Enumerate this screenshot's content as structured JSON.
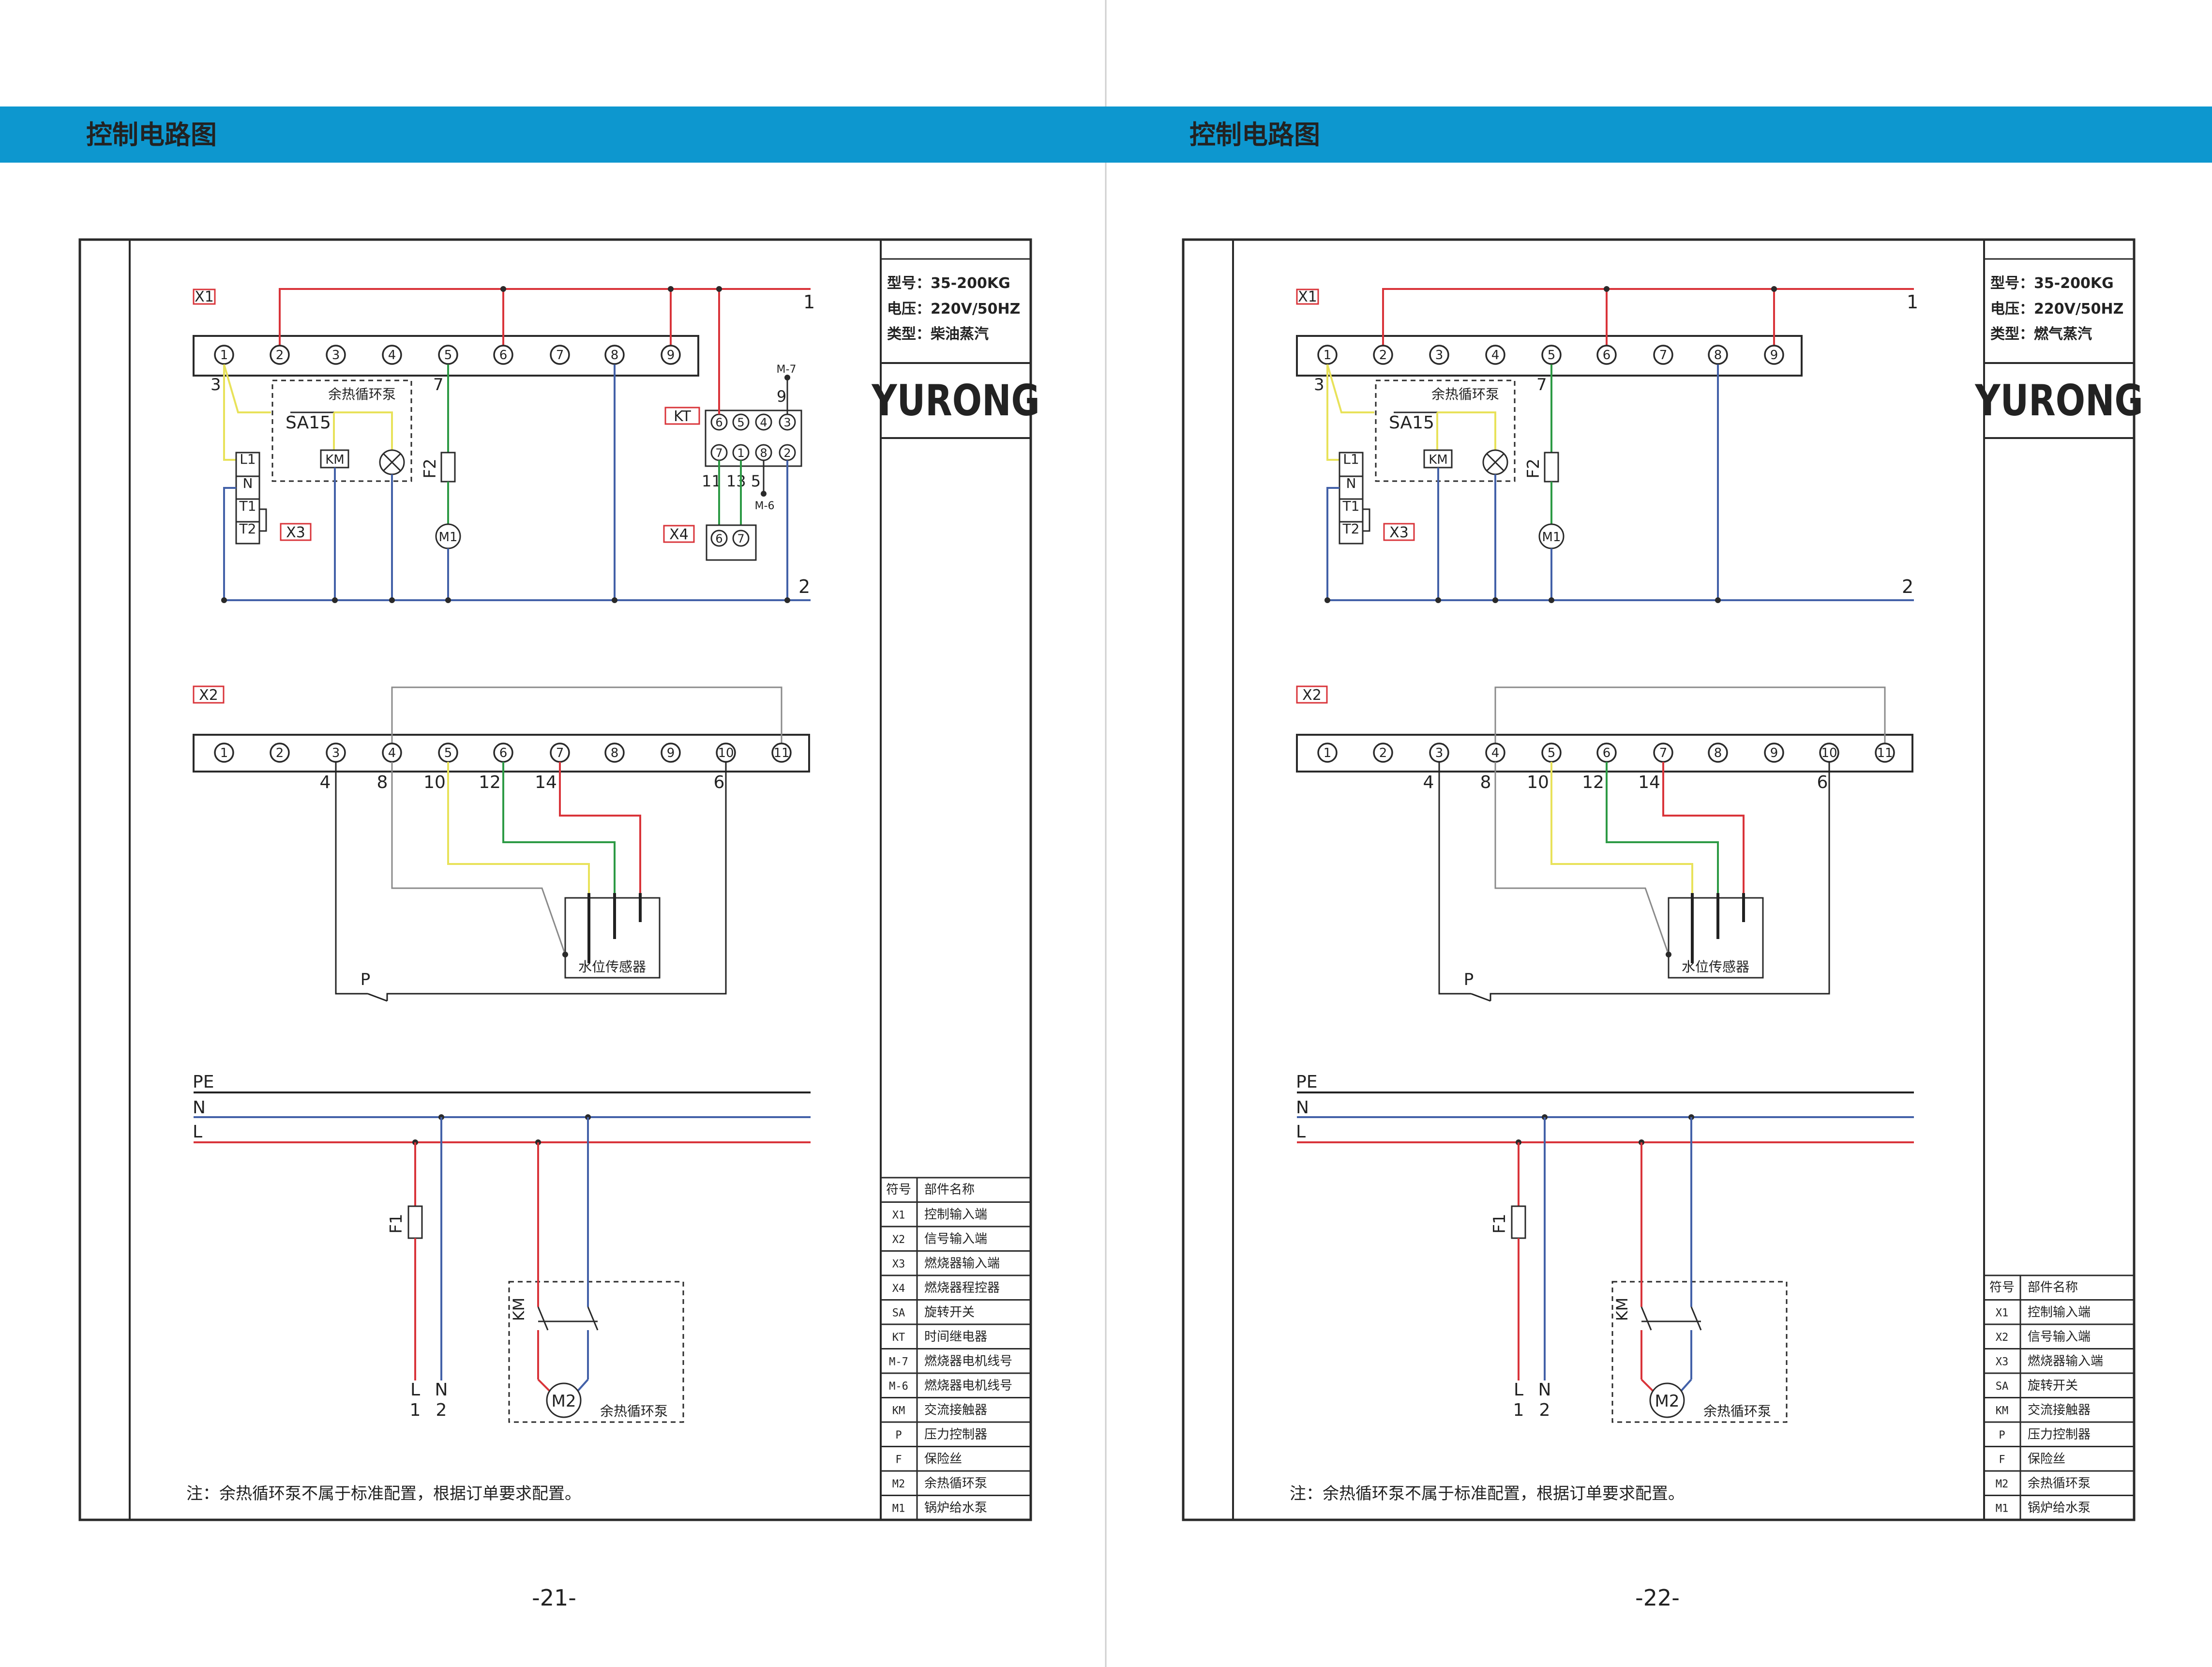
{
  "colors": {
    "header_bar": "#0d97cf",
    "header_text": "#ffffff",
    "frame": "#2a2a2a",
    "wire_live": "#d9343a",
    "wire_neutral": "#4361a8",
    "wire_green": "#2d9a45",
    "wire_yellow": "#e8e25a",
    "wire_gray": "#8a8a8a",
    "wire_black": "#222222"
  },
  "pages": [
    {
      "header_title": "控制电路图",
      "page_number": "-21-",
      "info": {
        "model": "型号：35-200KG",
        "voltage": "电压：220V/50HZ",
        "type": "类型：柴油蒸汽"
      },
      "brand": "YURONG",
      "note": "注：余热循环泵不属于标准配置，根据订单要求配置。",
      "legend_header": {
        "symbol": "符号",
        "name": "部件名称"
      },
      "legend": [
        {
          "symbol": "X1",
          "name": "控制输入端"
        },
        {
          "symbol": "X2",
          "name": "信号输入端"
        },
        {
          "symbol": "X3",
          "name": "燃烧器输入端"
        },
        {
          "symbol": "X4",
          "name": "燃烧器程控器"
        },
        {
          "symbol": "SA",
          "name": "旋转开关"
        },
        {
          "symbol": "KT",
          "name": "时间继电器"
        },
        {
          "symbol": "M-7",
          "name": "燃烧器电机线号"
        },
        {
          "symbol": "M-6",
          "name": "燃烧器电机线号"
        },
        {
          "symbol": "KM",
          "name": "交流接触器"
        },
        {
          "symbol": "P",
          "name": "压力控制器"
        },
        {
          "symbol": "F",
          "name": "保险丝"
        },
        {
          "symbol": "M2",
          "name": "余热循环泵"
        },
        {
          "symbol": "M1",
          "name": "锅炉给水泵"
        }
      ],
      "has_kt": true
    },
    {
      "header_title": "控制电路图",
      "page_number": "-22-",
      "info": {
        "model": "型号：35-200KG",
        "voltage": "电压：220V/50HZ",
        "type": "类型：燃气蒸汽"
      },
      "brand": "YURONG",
      "note": "注：余热循环泵不属于标准配置，根据订单要求配置。",
      "legend_header": {
        "symbol": "符号",
        "name": "部件名称"
      },
      "legend": [
        {
          "symbol": "X1",
          "name": "控制输入端"
        },
        {
          "symbol": "X2",
          "name": "信号输入端"
        },
        {
          "symbol": "X3",
          "name": "燃烧器输入端"
        },
        {
          "symbol": "SA",
          "name": "旋转开关"
        },
        {
          "symbol": "KM",
          "name": "交流接触器"
        },
        {
          "symbol": "P",
          "name": "压力控制器"
        },
        {
          "symbol": "F",
          "name": "保险丝"
        },
        {
          "symbol": "M2",
          "name": "余热循环泵"
        },
        {
          "symbol": "M1",
          "name": "锅炉给水泵"
        }
      ],
      "has_kt": false
    }
  ],
  "diagram": {
    "x1_label": "X1",
    "x2_label": "X2",
    "x3_label": "X3",
    "x4_label": "X4",
    "kt_label": "KT",
    "terminals_x1": [
      "1",
      "2",
      "3",
      "4",
      "5",
      "6",
      "7",
      "8",
      "9"
    ],
    "terminals_x2": [
      "1",
      "2",
      "3",
      "4",
      "5",
      "6",
      "7",
      "8",
      "9",
      "10",
      "11"
    ],
    "line1": "1",
    "line2": "2",
    "wire_no_3": "3",
    "wire_no_7": "7",
    "wire_nos_x2": [
      "4",
      "8",
      "10",
      "12",
      "14",
      "6"
    ],
    "pump_box_title": "余热循环泵",
    "sa_label": "SA15",
    "km_label": "KM",
    "f2_label": "F2",
    "m1_label": "M1",
    "x3_terms": [
      "L1",
      "N",
      "T1",
      "T2"
    ],
    "kt_top": [
      "6",
      "5",
      "4",
      "3"
    ],
    "kt_bottom": [
      "7",
      "1",
      "8",
      "2"
    ],
    "m7_label": "M-7",
    "m6_label": "M-6",
    "kt_wire_9": "9",
    "kt_wires_bottom": "11 13  5",
    "x4_terms": [
      "6",
      "7"
    ],
    "sensor_label": "水位传感器",
    "p_label": "P",
    "pe": "PE",
    "n": "N",
    "l": "L",
    "f1_label": "F1",
    "km2_label": "KM",
    "m2_label": "M2",
    "pump_label": "余热循环泵",
    "out_l": "L",
    "out_n": "N",
    "out_1": "1",
    "out_2": "2"
  }
}
